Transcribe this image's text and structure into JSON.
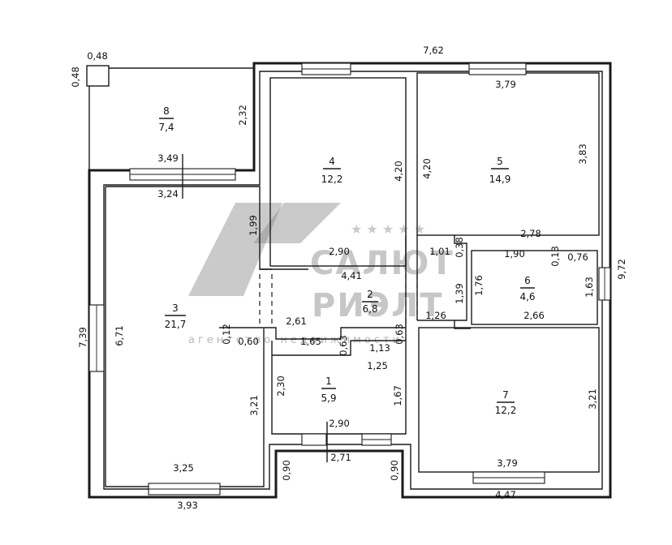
{
  "rooms": [
    {
      "id": "8",
      "area": "7,4"
    },
    {
      "id": "4",
      "area": "12,2"
    },
    {
      "id": "5",
      "area": "14,9"
    },
    {
      "id": "3",
      "area": "21,7"
    },
    {
      "id": "2",
      "area": "6,8"
    },
    {
      "id": "6",
      "area": "4,6"
    },
    {
      "id": "1",
      "area": "5,9"
    },
    {
      "id": "7",
      "area": "12,2"
    }
  ],
  "dimensions": {
    "top_total": "7,62",
    "right_total": "9,72",
    "left_total": "7,39",
    "bottom_left": "3,93",
    "bottom_right": "4,47",
    "pillar_w": "0,48",
    "pillar_h": "0,48",
    "r8_h": "2,32",
    "r8_w": "3,49",
    "r3_top": "3,24",
    "r3_h": "6,71",
    "r3_bottom": "3,25",
    "r3_lower": "3,21",
    "r3_step": "1,99",
    "r4_h": "4,20",
    "r4_w": "2,90",
    "r5_top": "3,79",
    "r5_left": "4,20",
    "r5_right": "3,83",
    "r5_bottom": "2,78",
    "r2_w": "4,41",
    "r2_a": "1,01",
    "r2_b": "0,38",
    "r2_c": "1,39",
    "r2_d": "1,26",
    "r2_e": "2,61",
    "r2_f": "0,12",
    "r2_g": "0,60",
    "r2_h": "1,65",
    "r2_i": "0,63",
    "r2_j": "1,13",
    "r2_k": "0,63",
    "r2_l": "1,25",
    "r6_top": "1,90",
    "r6_a": "0,13",
    "r6_b": "0,76",
    "r6_left": "1,76",
    "r6_right": "1,63",
    "r6_bottom": "2,66",
    "r1_h": "2,30",
    "r1_r": "1,67",
    "r1_w": "2,90",
    "porch_w": "2,71",
    "porch_l": "0,90",
    "porch_r": "0,90",
    "r7_h": "3,21",
    "r7_w": "3,79"
  },
  "watermark": {
    "line1": "САЛЮТ",
    "line2": "РИЭЛТ",
    "tagline": "агентство недвижимости",
    "stars": "★ ★ ★ ★ ★"
  }
}
